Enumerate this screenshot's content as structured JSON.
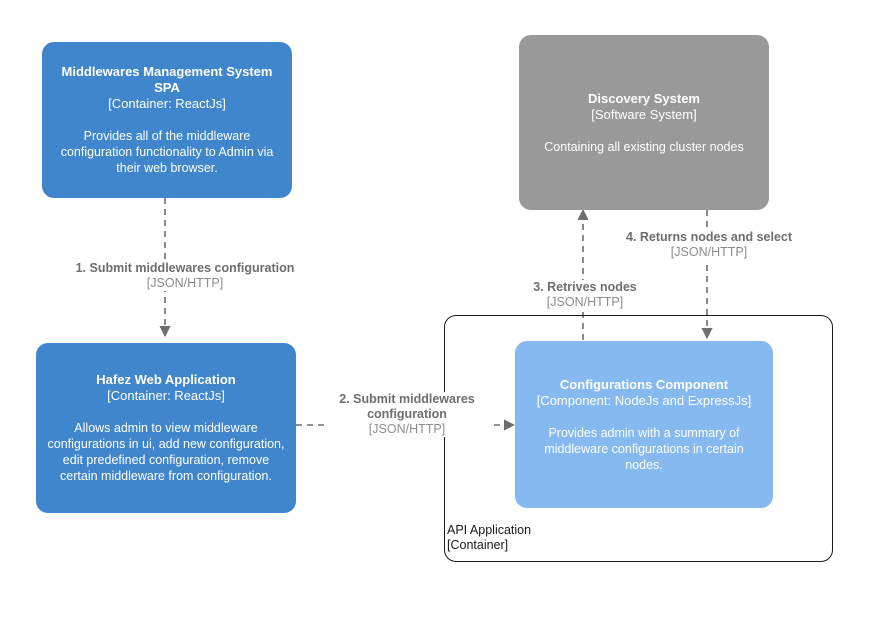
{
  "diagram": {
    "type": "c4-component-diagram",
    "colors": {
      "container_blue": "#3F86CC",
      "component_blue": "#85B9F0",
      "external_system_gray": "#999999",
      "edge_gray": "#808080",
      "boundary_border": "#1a1a1a",
      "background": "#ffffff"
    }
  },
  "nodes": {
    "spa": {
      "title": "Middlewares Management System SPA",
      "tech": "[Container: ReactJs]",
      "description": "Provides all of the middleware configuration functionality to Admin via their web browser."
    },
    "hafez": {
      "title": "Hafez Web Application",
      "tech": "[Container: ReactJs]",
      "description": "Allows admin to view middleware configurations in ui, add new configuration, edit predefined configuration, remove certain middleware from configuration."
    },
    "discovery": {
      "title": "Discovery System",
      "tech": "[Software System]",
      "description": "Containing all existing cluster nodes"
    },
    "configurations": {
      "title": "Configurations Component",
      "tech": "[Component: NodeJs and ExpressJs]",
      "description": "Provides admin with a summary of middleware configurations in certain nodes."
    }
  },
  "boundary": {
    "name": "API Application",
    "tech": "[Container]",
    "label": "API Application\n[Container]"
  },
  "edges": [
    {
      "id": "edge-1",
      "label": "1. Submit middlewares configuration",
      "protocol": "[JSON/HTTP]",
      "from": "spa",
      "to": "hafez",
      "direction": "down",
      "style": "dashed"
    },
    {
      "id": "edge-2",
      "label": "2. Submit middlewares configuration",
      "protocol": "[JSON/HTTP]",
      "from": "hafez",
      "to": "configurations",
      "direction": "right",
      "style": "dashed"
    },
    {
      "id": "edge-3",
      "label": "3. Retrives nodes",
      "protocol": "[JSON/HTTP]",
      "from": "configurations",
      "to": "discovery",
      "direction": "up",
      "style": "dashed"
    },
    {
      "id": "edge-4",
      "label": "4. Returns nodes and select",
      "protocol": "[JSON/HTTP]",
      "from": "discovery",
      "to": "configurations",
      "direction": "down",
      "style": "dashed"
    }
  ]
}
